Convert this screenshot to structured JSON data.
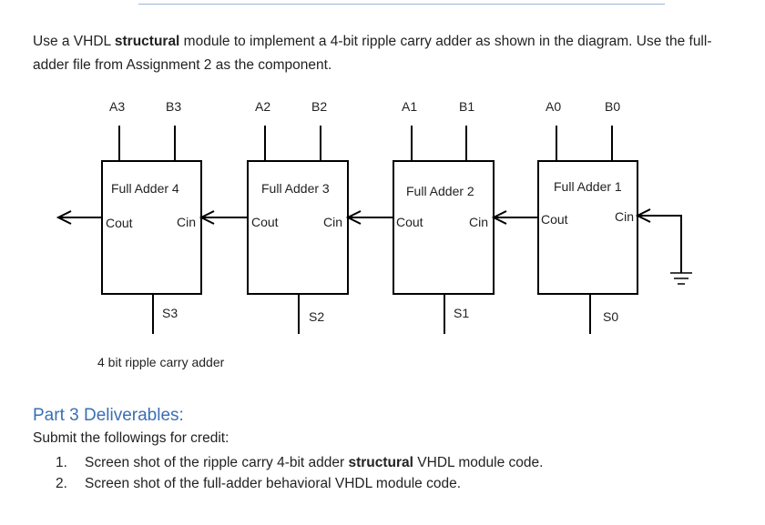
{
  "intro": {
    "part1": "Use a VHDL ",
    "bold": "structural",
    "part2": " module to implement a 4-bit ripple carry adder as shown in the diagram.  Use the full-adder file from Assignment 2 as the component."
  },
  "diagram": {
    "caption": "4 bit ripple carry adder",
    "adders": [
      {
        "name": "Full Adder 4",
        "a": "A3",
        "b": "B3",
        "cout": "Cout",
        "cin": "Cin",
        "sum": "S3"
      },
      {
        "name": "Full Adder 3",
        "a": "A2",
        "b": "B2",
        "cout": "Cout",
        "cin": "Cin",
        "sum": "S2"
      },
      {
        "name": "Full Adder 2",
        "a": "A1",
        "b": "B1",
        "cout": "Cout",
        "cin": "Cin",
        "sum": "S1"
      },
      {
        "name": "Full Adder 1",
        "a": "A0",
        "b": "B0",
        "cout": "Cout",
        "cin": "Cin",
        "sum": "S0"
      }
    ]
  },
  "deliverables": {
    "heading": "Part 3 Deliverables:",
    "intro": "Submit the followings for credit:",
    "items": [
      {
        "num": "1.",
        "pre": "Screen shot of the ripple carry 4-bit adder ",
        "bold": "structural",
        "post": " VHDL module code."
      },
      {
        "num": "2.",
        "pre": "Screen shot of the full-adder behavioral VHDL module code.",
        "bold": "",
        "post": ""
      }
    ]
  }
}
